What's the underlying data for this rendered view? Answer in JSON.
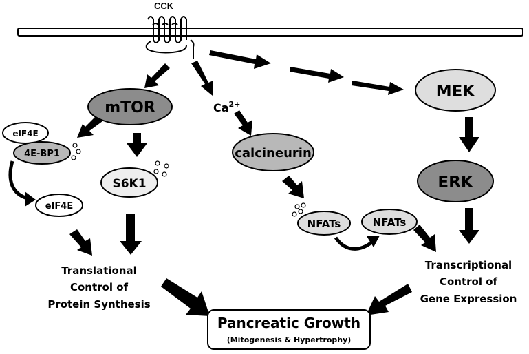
{
  "ligand": "CCK",
  "nodes": {
    "mtor": "mTOR",
    "ca": "Ca",
    "ca_sup": "2+",
    "mek": "MEK",
    "eif4e_top": "eIF4E",
    "bp1": "4E-BP1",
    "s6k1": "S6K1",
    "calcineurin": "calcineurin",
    "erk": "ERK",
    "eif4e_free": "eIF4E",
    "nfats_left": "NFATs",
    "nfats_right": "NFATs"
  },
  "outputs": {
    "translational": [
      "Translational",
      "Control of",
      "Protein Synthesis"
    ],
    "transcriptional": [
      "Transcriptional",
      "Control of",
      "Gene Expression"
    ]
  },
  "result": {
    "title": "Pancreatic Growth",
    "subtitle": "(Mitogenesis & Hypertrophy)"
  },
  "colors": {
    "dark_gray": "#8c8c8c",
    "mid_gray": "#b8b8b8",
    "light_gray": "#dedede",
    "very_light": "#eeeeee",
    "white": "#ffffff",
    "stroke": "#000000"
  }
}
